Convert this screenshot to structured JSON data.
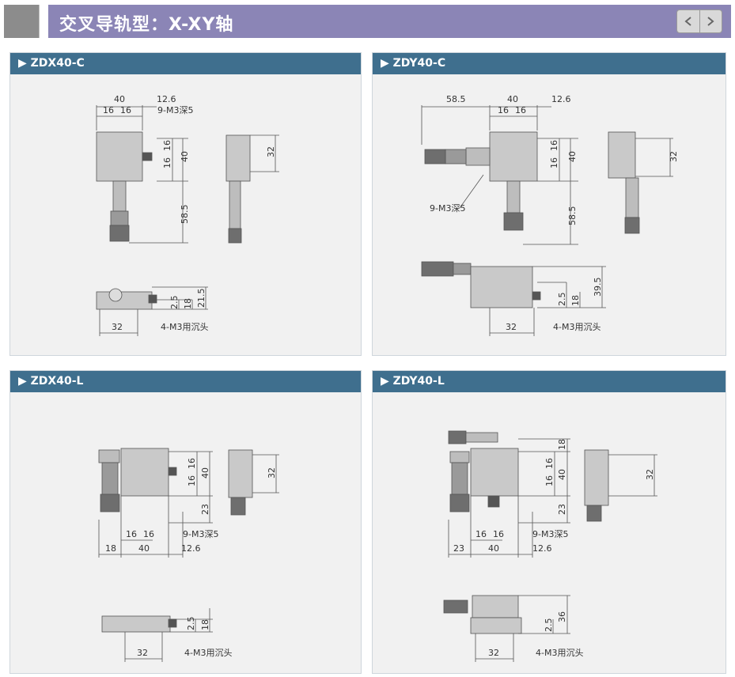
{
  "header": {
    "title": "交叉导轨型：X-XY轴",
    "nav_icon": "left-right-arrows-icon"
  },
  "panels": [
    {
      "title": "▶ ZDX40-C",
      "dims": {
        "w40": "40",
        "w12": "12.6",
        "w16a": "16",
        "w16b": "16",
        "tap": "9-M3深5",
        "h16a": "16",
        "h16b": "16",
        "h40": "40",
        "h32": "32",
        "h585": "58.5",
        "h25": "2.5",
        "h18": "18",
        "h215": "21.5",
        "b32": "32",
        "cs": "4-M3用沉头"
      }
    },
    {
      "title": "▶ ZDY40-C",
      "dims": {
        "w585": "58.5",
        "w40": "40",
        "w12": "12.6",
        "w16a": "16",
        "w16b": "16",
        "tap": "9-M3深5",
        "h16a": "16",
        "h16b": "16",
        "h40": "40",
        "h32": "32",
        "h585": "58.5",
        "h395": "39.5",
        "h25": "2.5",
        "h18": "18",
        "b32": "32",
        "cs": "4-M3用沉头"
      }
    },
    {
      "title": "▶ ZDX40-L",
      "dims": {
        "h16a": "16",
        "h16b": "16",
        "h40": "40",
        "h23": "23",
        "h32": "32",
        "w16a": "16",
        "w16b": "16",
        "tap": "9-M3深5",
        "w18": "18",
        "w40": "40",
        "w12": "12.6",
        "h25": "2.5",
        "h18": "18",
        "b32": "32",
        "cs": "4-M3用沉头"
      }
    },
    {
      "title": "▶ ZDY40-L",
      "dims": {
        "h18t": "18",
        "h16a": "16",
        "h16b": "16",
        "h40": "40",
        "h23": "23",
        "h32": "32",
        "w16a": "16",
        "w16b": "16",
        "tap": "9-M3深5",
        "w23": "23",
        "w40": "40",
        "w12": "12.6",
        "h25": "2.5",
        "h36": "36",
        "b32": "32",
        "cs": "4-M3用沉头"
      }
    }
  ]
}
